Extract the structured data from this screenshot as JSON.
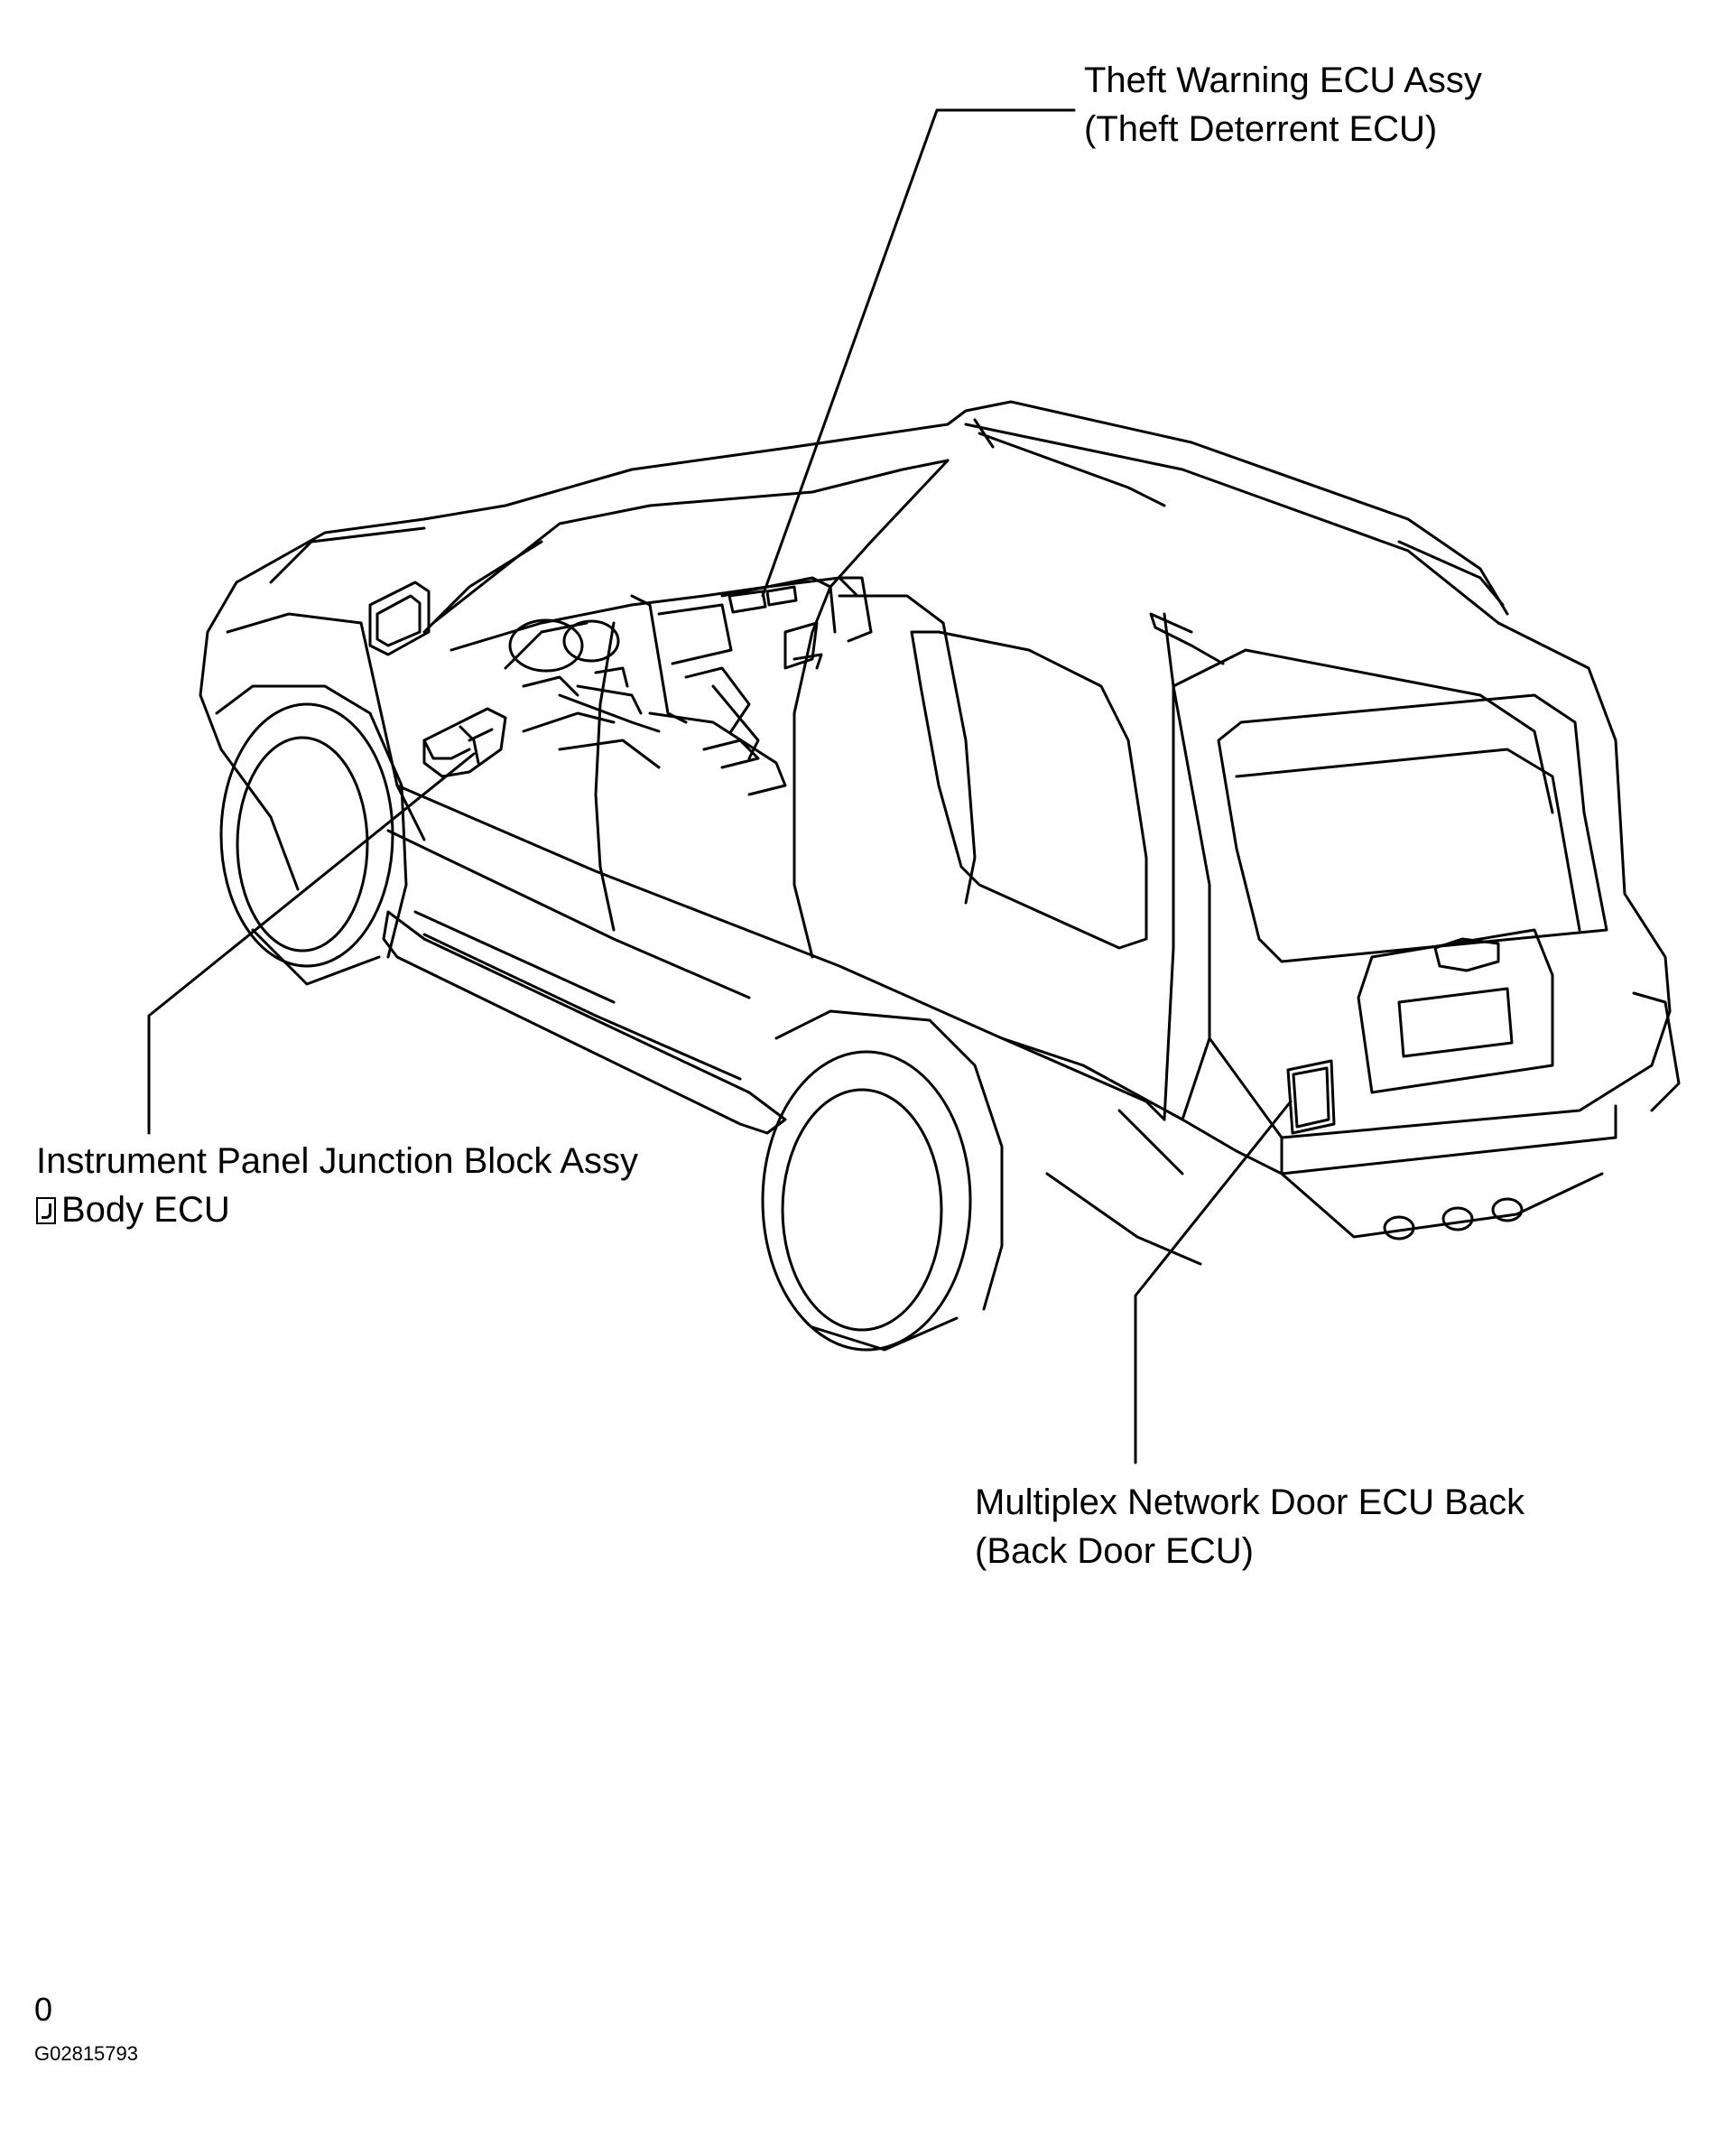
{
  "labels": {
    "theft_warning": {
      "line1": "Theft Warning ECU Assy",
      "line2": "(Theft Deterrent ECU)"
    },
    "junction_block": {
      "line1": "Instrument Panel Junction Block Assy",
      "line2": "Body ECU",
      "glyph": "unknown-character-glyph"
    },
    "back_door": {
      "line1": "Multiplex Network Door ECU Back",
      "line2": "(Back Door ECU)"
    }
  },
  "footer": {
    "page_marker": "0",
    "figure_id": "G02815793"
  }
}
